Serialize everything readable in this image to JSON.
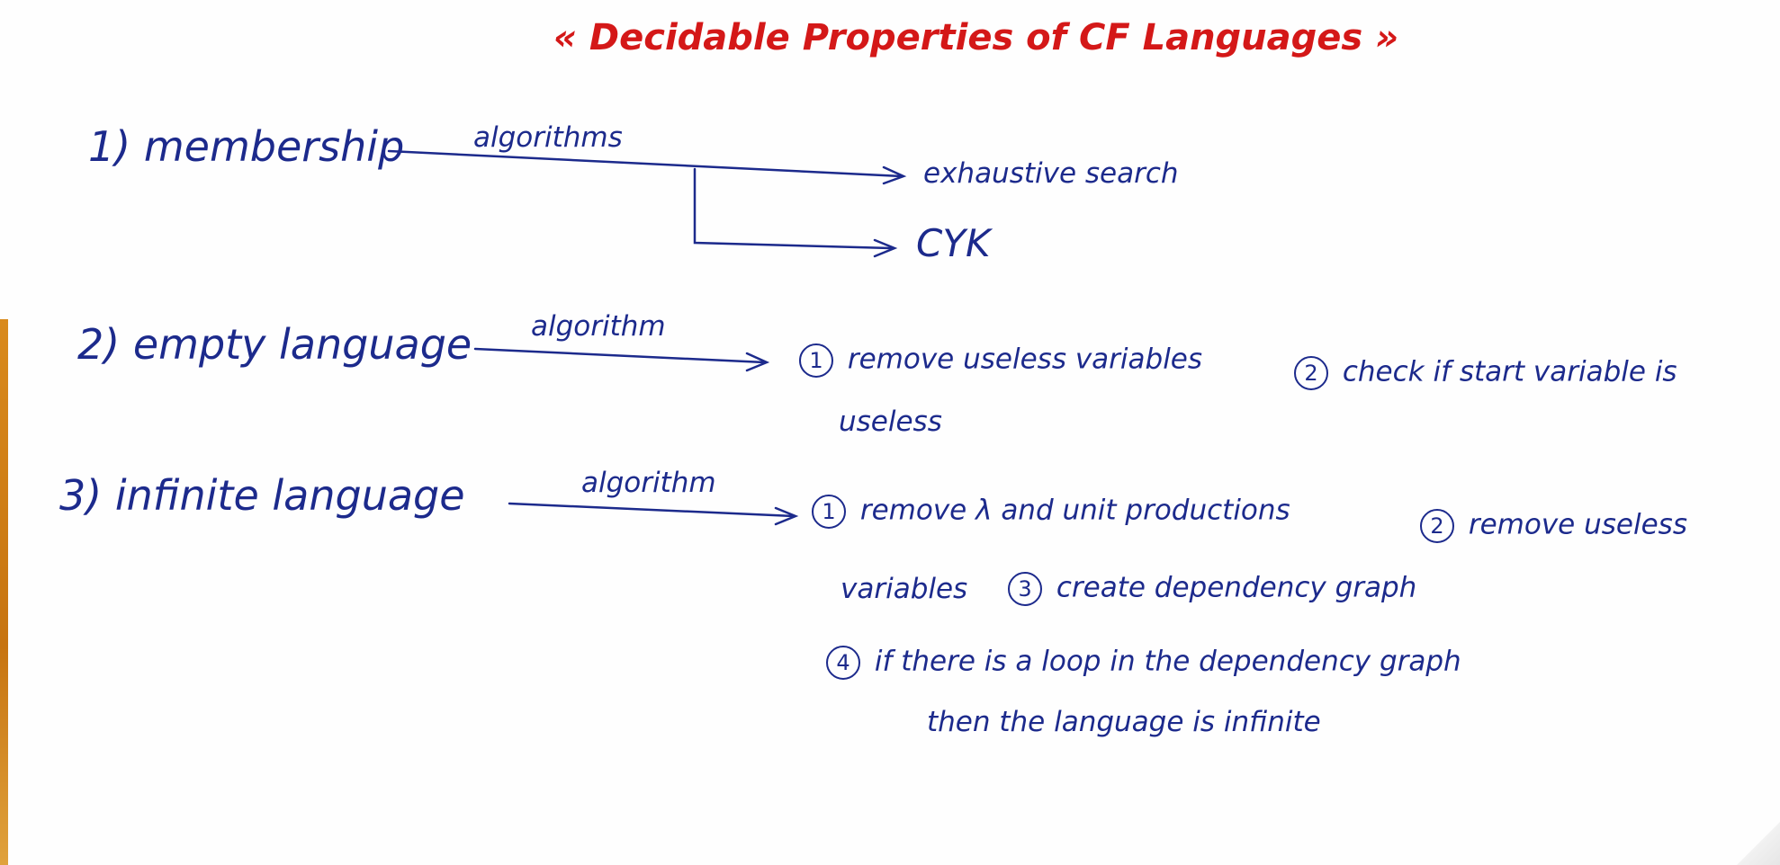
{
  "title": "« Decidable Properties of CF Languages »",
  "items": [
    {
      "label": "1) membership",
      "arrow_label": "algorithms",
      "targets": [
        "exhaustive search",
        "CYK"
      ]
    },
    {
      "label": "2) empty language",
      "arrow_label": "algorithm",
      "steps": [
        {
          "num": "1",
          "text": "remove useless variables"
        },
        {
          "num": "2",
          "text": "check if start variable is"
        },
        {
          "num": "",
          "text": "useless"
        }
      ]
    },
    {
      "label": "3) infinite language",
      "arrow_label": "algorithm",
      "steps": [
        {
          "num": "1",
          "text": "remove λ and unit productions"
        },
        {
          "num": "2",
          "text": "remove useless"
        },
        {
          "num": "",
          "text": "variables"
        },
        {
          "num": "3",
          "text": "create dependency graph"
        },
        {
          "num": "4",
          "text": "if there is a loop in the dependency graph"
        },
        {
          "num": "",
          "text": "then the language is infinite"
        }
      ]
    }
  ],
  "colors": {
    "ink_blue": "#1c2a8c",
    "ink_red": "#d41818",
    "paper": "#fefefe"
  }
}
